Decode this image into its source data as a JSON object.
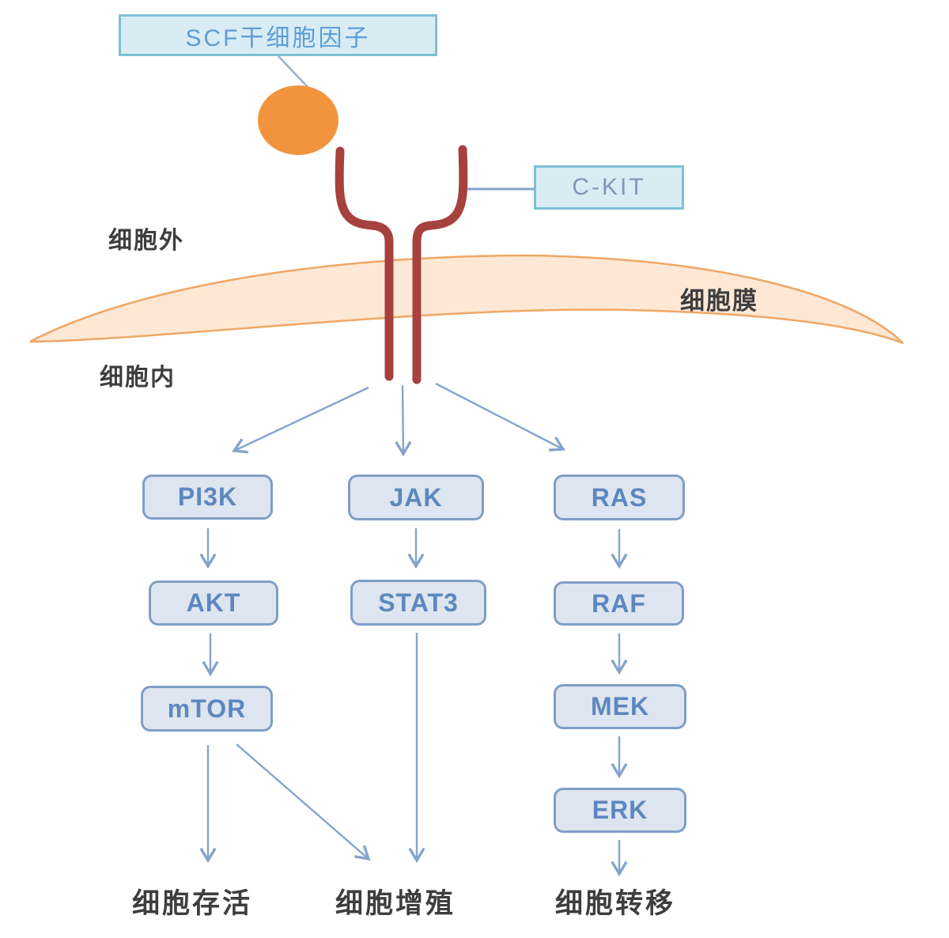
{
  "title_box": {
    "label": "SCF干细胞因子"
  },
  "receptor_label_box": {
    "label": "C-KIT"
  },
  "regions": {
    "extracellular": "细胞外",
    "membrane": "细胞膜",
    "intracellular": "细胞内"
  },
  "pathways": {
    "pi3k_axis": {
      "nodes": [
        "PI3K",
        "AKT",
        "mTOR"
      ],
      "outcome": "细胞存活"
    },
    "jak_axis": {
      "nodes": [
        "JAK",
        "STAT3"
      ],
      "outcome": "细胞增殖"
    },
    "ras_axis": {
      "nodes": [
        "RAS",
        "RAF",
        "MEK",
        "ERK"
      ],
      "outcome": "细胞转移"
    }
  },
  "colors": {
    "ligand_orange": "#f2943e",
    "membrane_fill": "#fce8d4",
    "membrane_stroke": "#efa765",
    "receptor_red": "#a7413e",
    "arrow_blue": "#84a4cc",
    "node_fill": "#dde5f0",
    "node_border": "#7f9ec7",
    "node_text": "#5d87be",
    "cyan_box_fill": "#d9ecf4",
    "cyan_box_border": "#7ec0d5",
    "scf_text": "#5d9ed6",
    "ckit_text": "#8294b8",
    "dark_text": "#3e3e3e",
    "connector_gray": "#9bb0c9"
  }
}
